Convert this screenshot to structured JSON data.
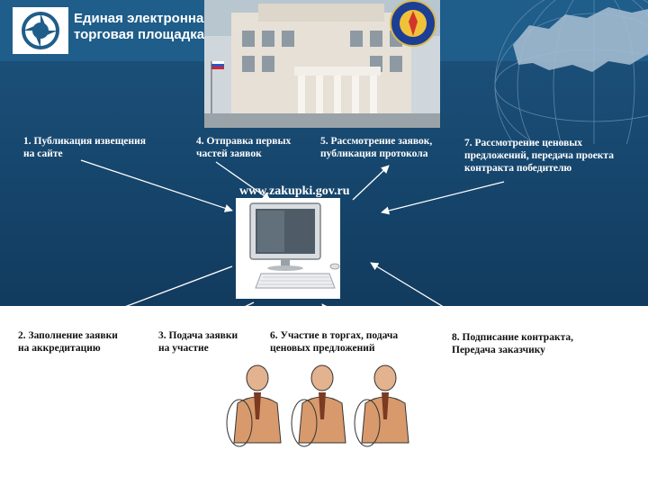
{
  "header": {
    "brand_line1": "Единая электронная",
    "brand_line2": "торговая площадка"
  },
  "colors": {
    "header_band": "#1f5d8a",
    "diagram_background": "#16466d",
    "arrow": "#ffffff",
    "text_light": "#ffffff",
    "text_dark": "#111111"
  },
  "steps": {
    "s1": "1. Публикация извещения\nна сайте",
    "s2": "2. Заполнение заявки\nна аккредитацию",
    "s3": "3. Подача заявки\nна участие",
    "s4": "4. Отправка первых\nчастей заявок",
    "s5": "5. Рассмотрение заявок,\nпубликация протокола",
    "s6": "6. Участие в торгах, подача\nценовых предложений",
    "s7": "7. Рассмотрение ценовых\nпредложений, передача проекта\nконтракта победителю",
    "s8": "8. Подписание контракта,\nПередача заказчику"
  },
  "center": {
    "url": "www.zakupki.gov.ru"
  },
  "icons": {
    "logo": "etp-logo-icon",
    "emblem": "emergency-ministry-emblem-icon",
    "computer": "desktop-computer-icon",
    "globe": "globe-russia-icon",
    "people": "businessman-icon"
  }
}
